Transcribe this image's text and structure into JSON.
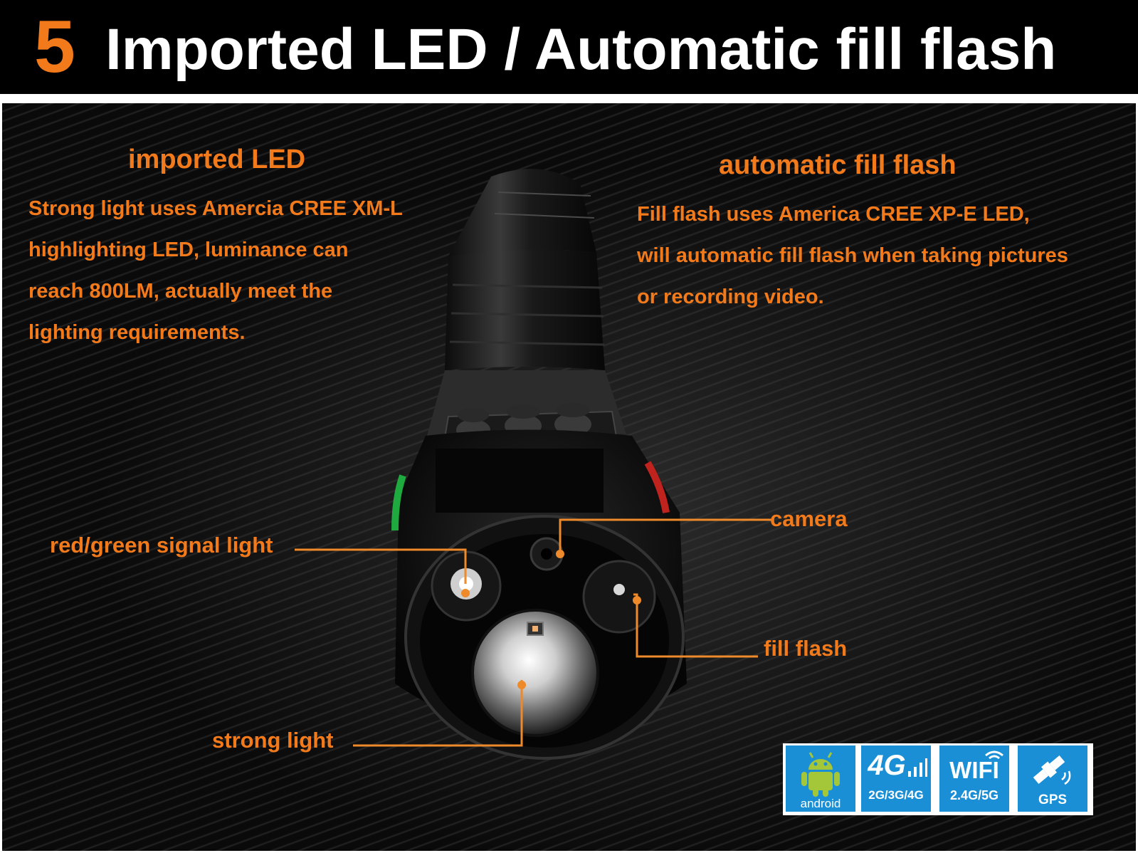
{
  "header": {
    "number": "5",
    "title": "Imported LED / Automatic fill flash"
  },
  "left_block": {
    "heading": "imported LED",
    "lines": [
      "Strong light uses Amercia CREE XM-L",
      "highlighting LED, luminance can",
      "reach 800LM, actually meet the",
      "lighting requirements."
    ]
  },
  "right_block": {
    "heading": "automatic fill flash",
    "lines": [
      "Fill flash uses America CREE XP-E LED,",
      "will automatic fill flash when taking pictures",
      "or recording video."
    ]
  },
  "callouts": {
    "signal": "red/green signal light",
    "camera": "camera",
    "fill": "fill flash",
    "strong": "strong light"
  },
  "badges": [
    {
      "icon": "android-icon",
      "label": "android"
    },
    {
      "icon": "signal-4g-icon",
      "title": "4G",
      "label": "2G/3G/4G"
    },
    {
      "icon": "wifi-icon",
      "title": "WIFI",
      "label": "2.4G/5G"
    },
    {
      "icon": "gps-satellite-icon",
      "label": "GPS"
    }
  ],
  "colors": {
    "accent_orange": "#f27a1a",
    "callout_line": "#ee8a2a",
    "badge_blue": "#1a8fd6",
    "background": "#000000"
  }
}
